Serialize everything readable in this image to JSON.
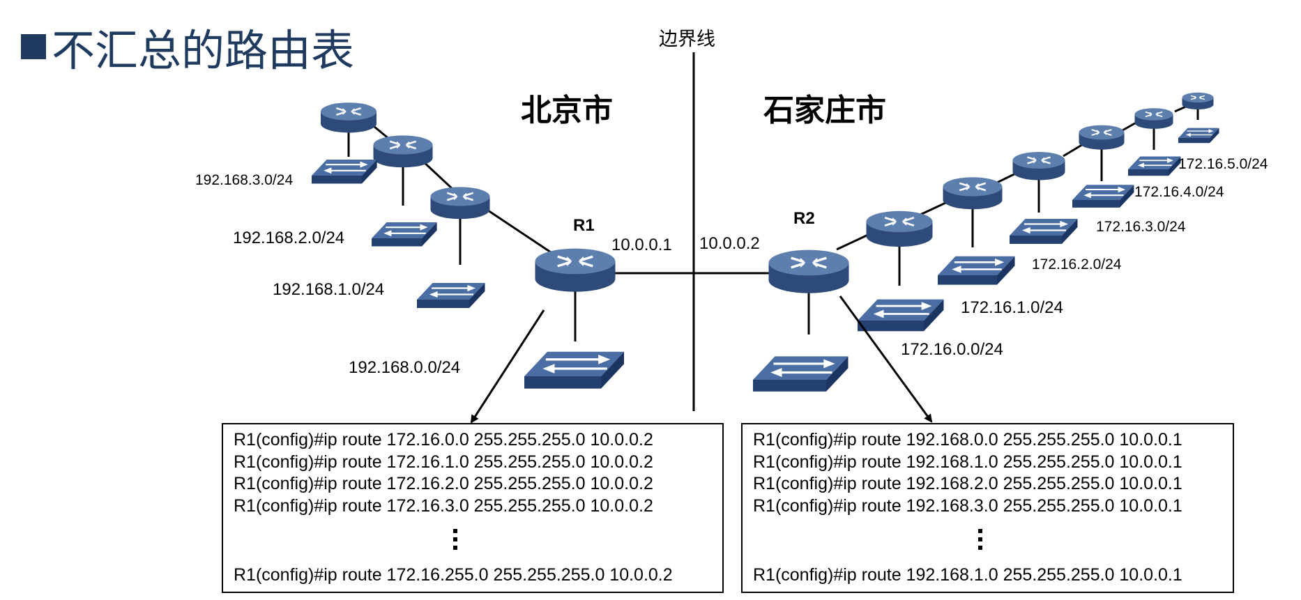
{
  "title": "不汇总的路由表",
  "boundary_label": "边界线",
  "cities": {
    "left": "北京市",
    "right": "石家庄市"
  },
  "routers": {
    "r1": "R1",
    "r2": "R2"
  },
  "link": {
    "r1_ip": "10.0.0.1",
    "r2_ip": "10.0.0.2"
  },
  "left_networks": [
    "192.168.3.0/24",
    "192.168.2.0/24",
    "192.168.1.0/24",
    "192.168.0.0/24"
  ],
  "right_networks": [
    "172.16.5.0/24",
    "172.16.4.0/24",
    "172.16.3.0/24",
    "172.16.2.0/24",
    "172.16.1.0/24",
    "172.16.0.0/24"
  ],
  "left_box": {
    "lines": [
      "R1(config)#ip route 172.16.0.0 255.255.255.0 10.0.0.2",
      "R1(config)#ip route 172.16.1.0 255.255.255.0 10.0.0.2",
      "R1(config)#ip route 172.16.2.0 255.255.255.0 10.0.0.2",
      "R1(config)#ip route 172.16.3.0 255.255.255.0 10.0.0.2"
    ],
    "last_line": "R1(config)#ip route 172.16.255.0 255.255.255.0 10.0.0.2"
  },
  "right_box": {
    "lines": [
      "R1(config)#ip route 192.168.0.0 255.255.255.0 10.0.0.1",
      "R1(config)#ip route 192.168.1.0 255.255.255.0 10.0.0.1",
      "R1(config)#ip route 192.168.2.0 255.255.255.0 10.0.0.1",
      "R1(config)#ip route 192.168.3.0 255.255.255.0 10.0.0.1"
    ],
    "last_line": "R1(config)#ip route 192.168.1.0 255.255.255.0 10.0.0.1"
  },
  "colors": {
    "title": "#1f3a5f",
    "device_top": "#5d7fae",
    "device_side": "#2e4a78",
    "switch_top": "#4a6ea3",
    "switch_side": "#23406f"
  }
}
